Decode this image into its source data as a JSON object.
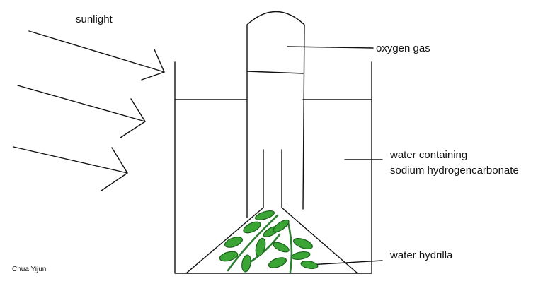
{
  "labels": {
    "sunlight": "sunlight",
    "oxygen_gas": "oxygen gas",
    "water_line1": "water containing",
    "water_line2": "sodium hydrogencarbonate",
    "water_hydrilla": "water hydrilla",
    "credit": "Chua Yijun"
  },
  "colors": {
    "line": "#111111",
    "leaf_fill": "#3aa535",
    "leaf_stroke": "#1b5e1b",
    "stem": "#2e7d32"
  }
}
